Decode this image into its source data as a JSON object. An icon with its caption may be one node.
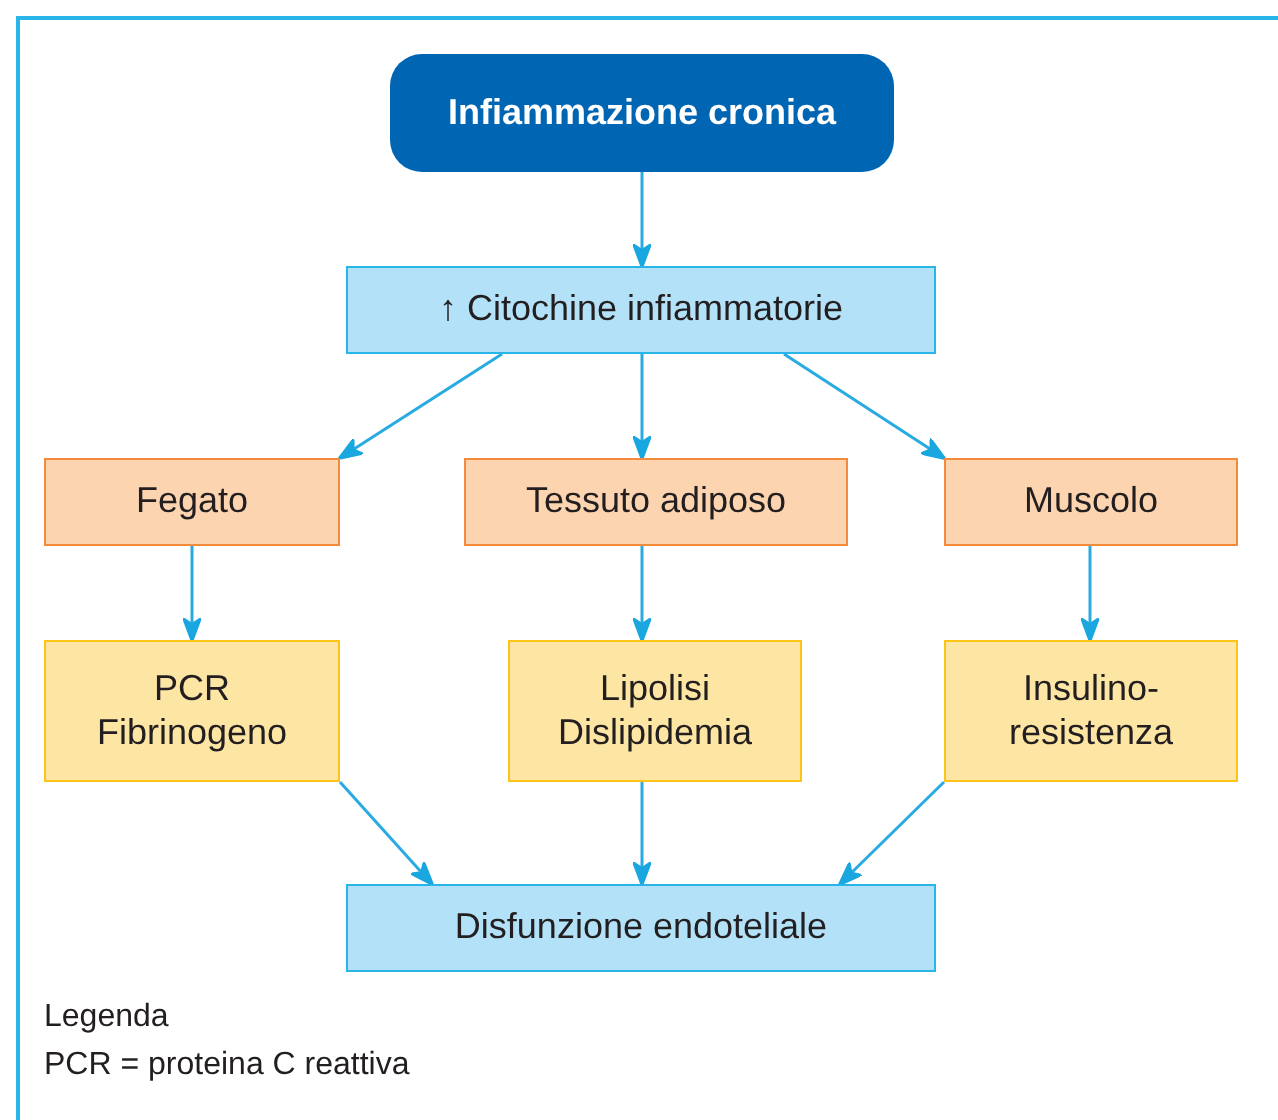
{
  "diagram": {
    "nodes": [
      {
        "text": [
          "Infiammazione cronica"
        ]
      },
      {
        "text": [
          "↑ Citochine infiammatorie"
        ]
      },
      {
        "text": [
          "Fegato"
        ]
      },
      {
        "text": [
          "Tessuto adiposo"
        ]
      },
      {
        "text": [
          "Muscolo"
        ]
      },
      {
        "text": [
          "PCR Fibrinogeno"
        ]
      },
      {
        "text": [
          "Lipolisi Dislipidemia"
        ]
      },
      {
        "text": [
          "Insulino- resistenza"
        ]
      },
      {
        "text": [
          "Disfunzione endoteliale"
        ]
      }
    ],
    "edges": [
      {
        "from": 0,
        "to": 1,
        "arrow": "to"
      },
      {
        "from": 1,
        "to": 2,
        "arrow": "to"
      },
      {
        "from": 1,
        "to": 3,
        "arrow": "to"
      },
      {
        "from": 1,
        "to": 4,
        "arrow": "to"
      },
      {
        "from": 2,
        "to": 5,
        "arrow": "to"
      },
      {
        "from": 3,
        "to": 6,
        "arrow": "to"
      },
      {
        "from": 4,
        "to": 7,
        "arrow": "to"
      },
      {
        "from": 5,
        "to": 8,
        "arrow": "to"
      },
      {
        "from": 6,
        "to": 8,
        "arrow": "to"
      },
      {
        "from": 7,
        "to": 8,
        "arrow": "to"
      }
    ],
    "labels": [
      "Legenda",
      "PCR = proteina C reattiva"
    ]
  }
}
